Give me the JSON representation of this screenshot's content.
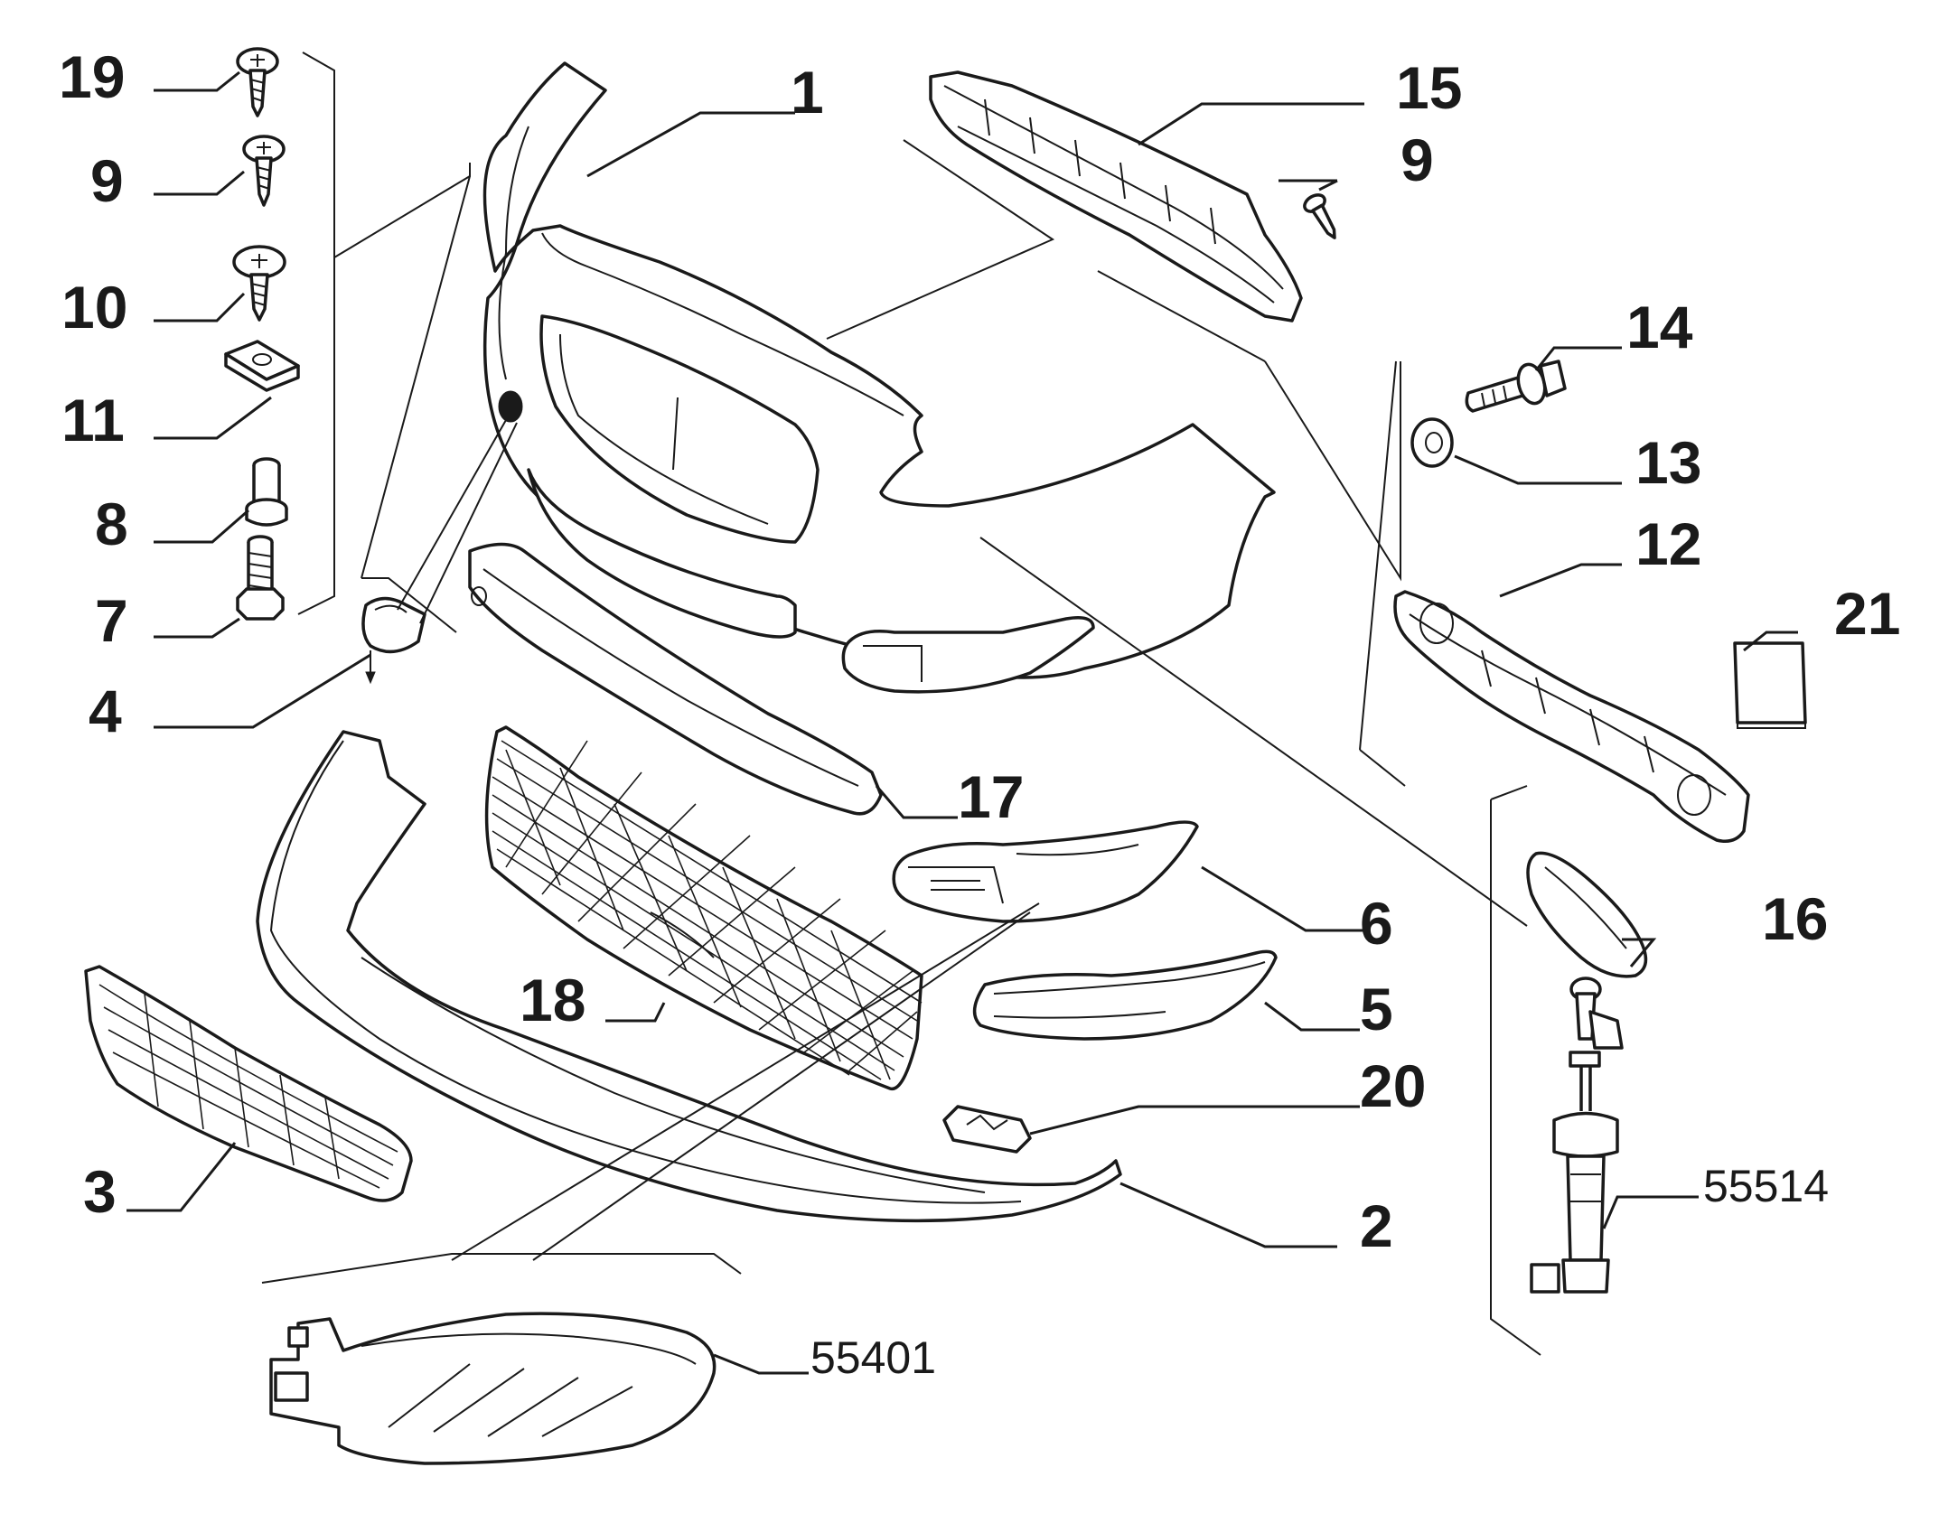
{
  "diagram": {
    "callouts": [
      {
        "id": "19",
        "label": "19"
      },
      {
        "id": "9a",
        "label": "9"
      },
      {
        "id": "10",
        "label": "10"
      },
      {
        "id": "11",
        "label": "11"
      },
      {
        "id": "8",
        "label": "8"
      },
      {
        "id": "7",
        "label": "7"
      },
      {
        "id": "4",
        "label": "4"
      },
      {
        "id": "1",
        "label": "1"
      },
      {
        "id": "15",
        "label": "15"
      },
      {
        "id": "9b",
        "label": "9"
      },
      {
        "id": "14",
        "label": "14"
      },
      {
        "id": "13",
        "label": "13"
      },
      {
        "id": "12",
        "label": "12"
      },
      {
        "id": "21",
        "label": "21"
      },
      {
        "id": "17",
        "label": "17"
      },
      {
        "id": "6",
        "label": "6"
      },
      {
        "id": "16",
        "label": "16"
      },
      {
        "id": "18",
        "label": "18"
      },
      {
        "id": "5",
        "label": "5"
      },
      {
        "id": "20",
        "label": "20"
      },
      {
        "id": "3",
        "label": "3"
      },
      {
        "id": "2",
        "label": "2"
      }
    ],
    "references": [
      {
        "id": "55514",
        "label": "55514"
      },
      {
        "id": "55401",
        "label": "55401"
      }
    ]
  }
}
